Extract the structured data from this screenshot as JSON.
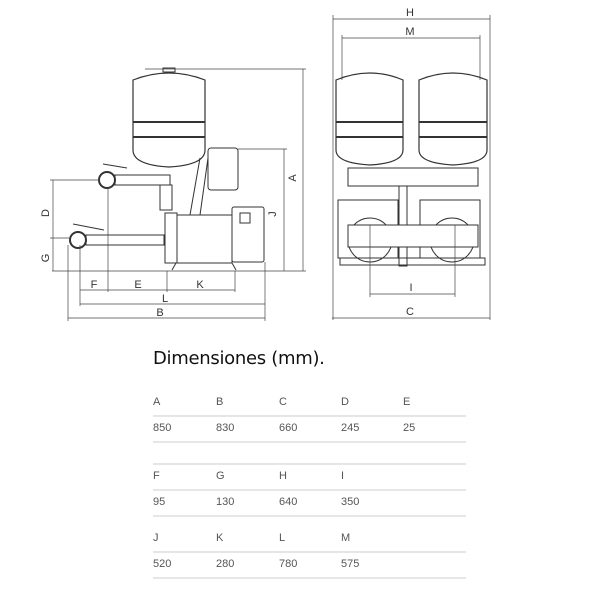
{
  "drawing": {
    "side_view_labels": {
      "A": "A",
      "J": "J",
      "D": "D",
      "G": "G",
      "F": "F",
      "E": "E",
      "K": "K",
      "L": "L",
      "B": "B"
    },
    "front_view_labels": {
      "H": "H",
      "M": "M",
      "I": "I",
      "C": "C"
    }
  },
  "title": "Dimensiones (mm).",
  "table": [
    {
      "keys": [
        "A",
        "B",
        "C",
        "D",
        "E"
      ],
      "values": [
        "850",
        "830",
        "660",
        "245",
        "25"
      ]
    },
    {
      "keys": [
        "F",
        "G",
        "H",
        "I"
      ],
      "values": [
        "95",
        "130",
        "640",
        "350"
      ]
    },
    {
      "keys": [
        "J",
        "K",
        "L",
        "M"
      ],
      "values": [
        "520",
        "280",
        "780",
        "575"
      ]
    }
  ]
}
